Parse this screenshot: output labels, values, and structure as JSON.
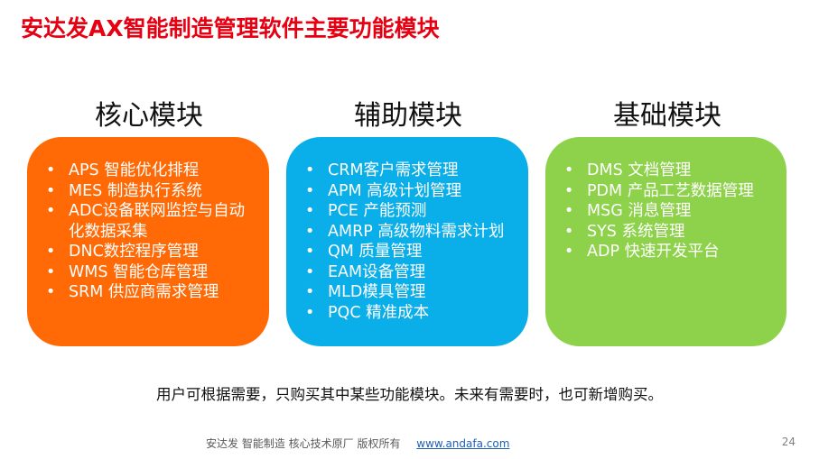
{
  "slide": {
    "title": "安达发AX智能制造管理软件主要功能模块",
    "note": "用户可根据需要，只购买其中某些功能模块。未来有需要时，也可新增购买。",
    "page_number": "24"
  },
  "columns": [
    {
      "heading": "核心模块",
      "color": "#ff6a06",
      "items": [
        "APS 智能优化排程",
        "MES 制造执行系统",
        "ADC设备联网监控与自动化数据采集",
        "DNC数控程序管理",
        "WMS 智能仓库管理",
        "SRM 供应商需求管理"
      ]
    },
    {
      "heading": "辅助模块",
      "color": "#0aaee8",
      "items": [
        "CRM客户需求管理",
        "APM 高级计划管理",
        "PCE 产能预测",
        "AMRP 高级物料需求计划",
        "QM 质量管理",
        "EAM设备管理",
        "MLD模具管理",
        "PQC 精准成本"
      ]
    },
    {
      "heading": "基础模块",
      "color": "#8dd24a",
      "items": [
        "DMS 文档管理",
        "PDM 产品工艺数据管理",
        "MSG 消息管理",
        "SYS 系统管理",
        "ADP 快速开发平台"
      ]
    }
  ],
  "footer": {
    "text": "安达发  智能制造 核心技术原厂   版权所有",
    "link": "www.andafa.com"
  }
}
